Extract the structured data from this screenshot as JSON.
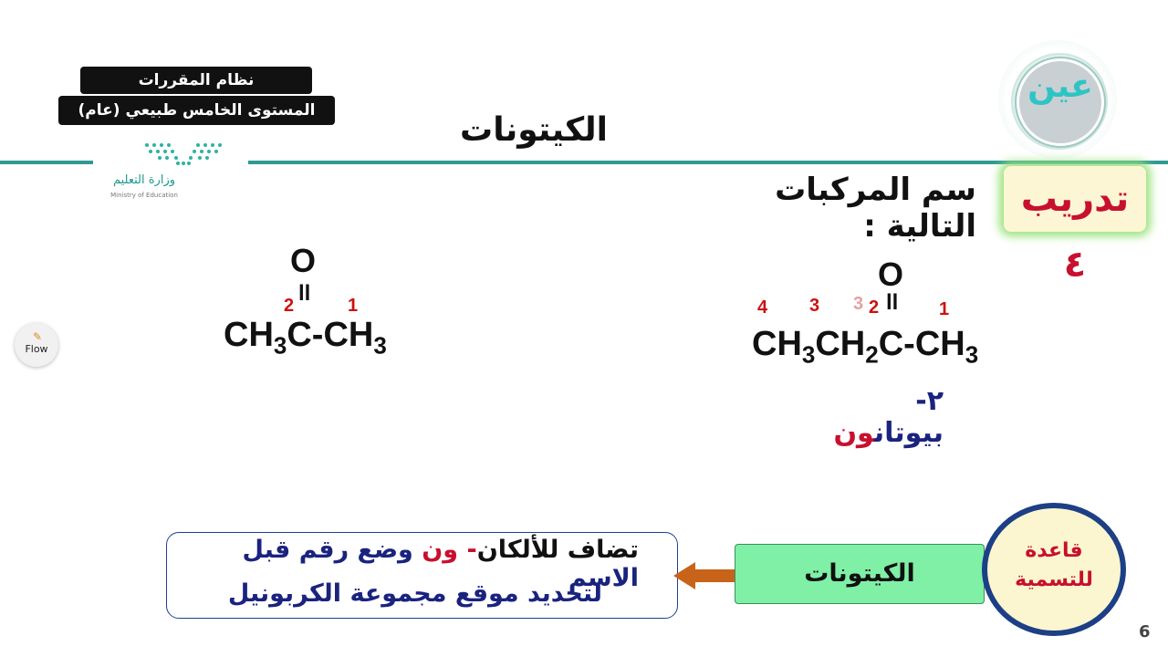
{
  "header": {
    "line1": "نظام المقررات",
    "line2": "المستوى الخامس طبيعي (عام)"
  },
  "ministry_logo": {
    "arabic": "وزارة التعليم",
    "english": "Ministry of Education"
  },
  "title": "الكيتونات",
  "ain_logo": "عين",
  "exercise": {
    "badge": "تدريب ٤",
    "instruction": "سم المركبات التالية :"
  },
  "flow_button": {
    "label": "Flow",
    "icon": "pencil-icon"
  },
  "compound_right": {
    "oxygen": "O",
    "numbers": [
      "4",
      "3",
      "3",
      "2",
      "1"
    ],
    "formula_parts": [
      "CH",
      "3",
      "CH",
      "2",
      "C-CH",
      "3"
    ],
    "answer_number": "٢-",
    "answer_stem": " بيوتان",
    "answer_suffix": "ون"
  },
  "compound_left": {
    "oxygen": "O",
    "numbers": [
      "2",
      "1"
    ],
    "formula_parts": [
      "CH",
      "3",
      "C-CH",
      "3"
    ]
  },
  "rule": {
    "line1_prefix": "تضاف للألكان",
    "line1_suffix": "- ون",
    "line1_rest": " وضع رقم قبل الاسم",
    "line2": "لتحديد موقع مجموعة الكربونيل",
    "class_box": "الكيتونات",
    "circle_line1": "قاعدة",
    "circle_line2": "للتسمية"
  },
  "page_number": "6",
  "colors": {
    "teal_line": "#2f9a93",
    "red": "#c8102e",
    "navy": "#1a237e",
    "green_box": "#7ff0a6",
    "circle_border": "#1d3f86",
    "arrow": "#c8631a"
  }
}
